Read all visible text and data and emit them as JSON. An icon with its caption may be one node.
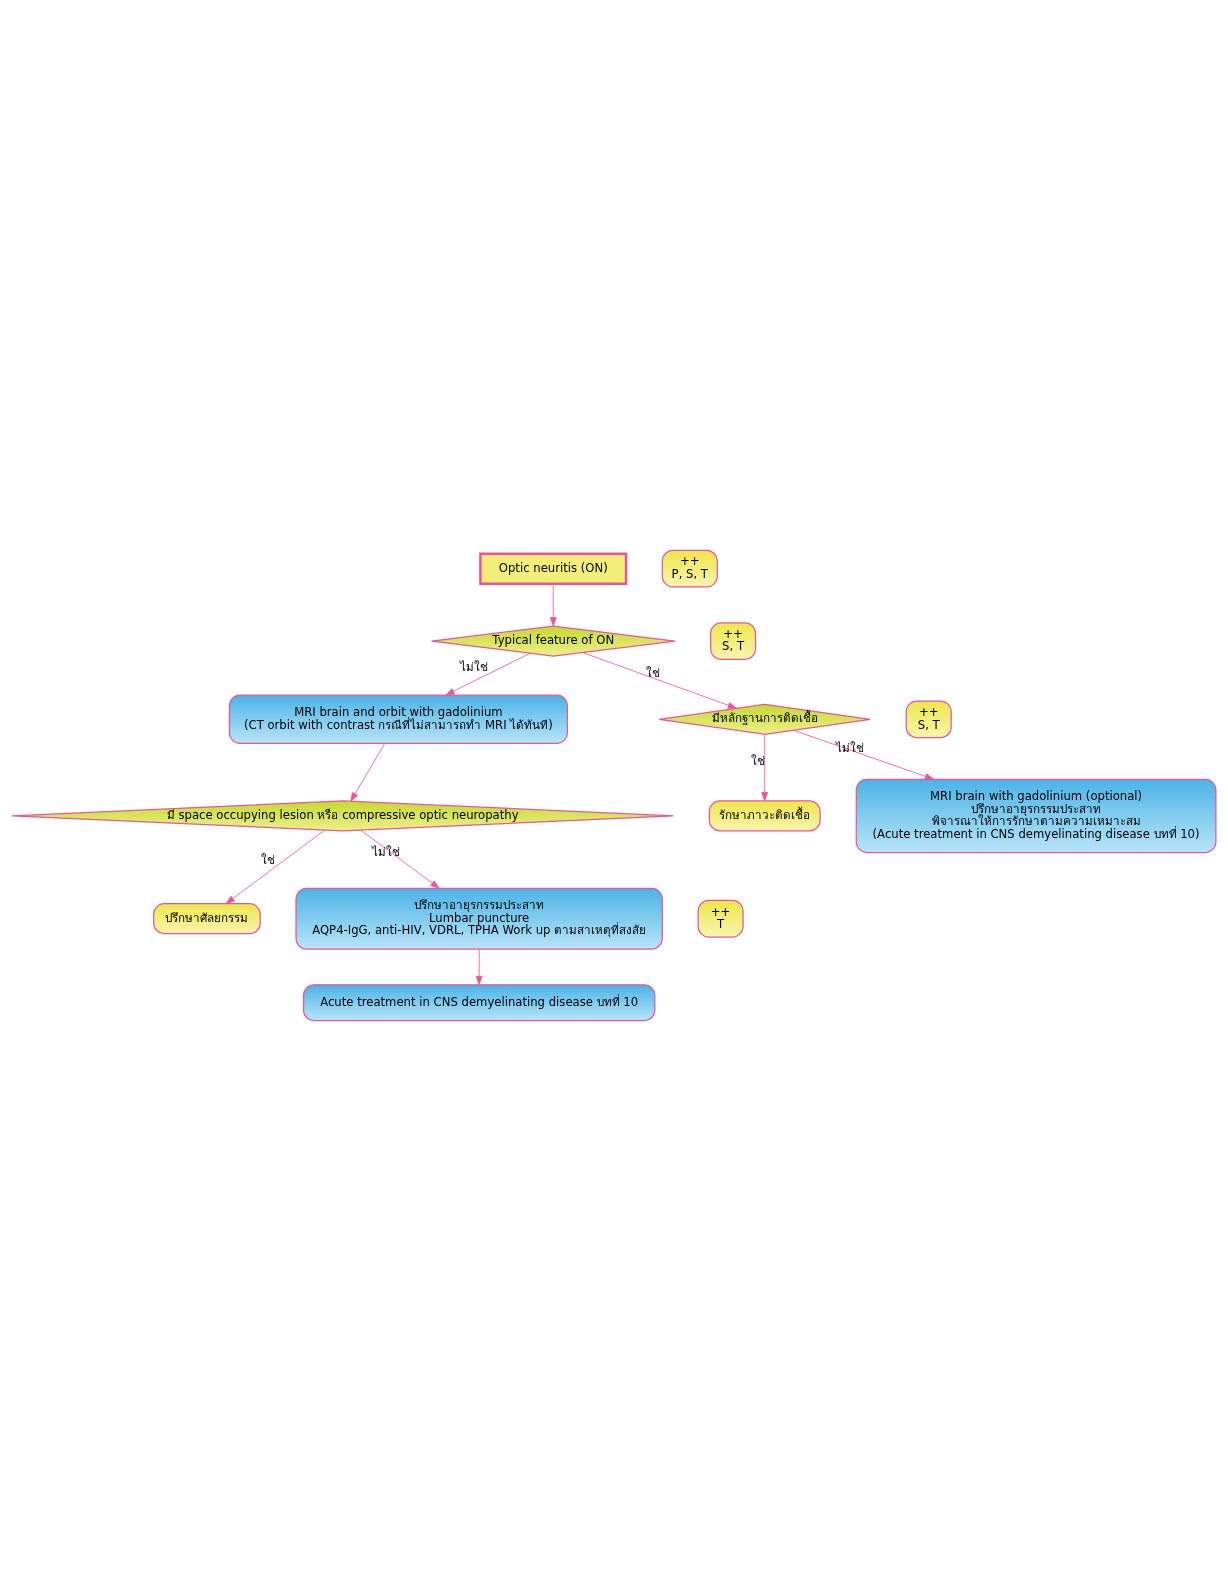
{
  "diagram": {
    "nodes": [
      {
        "text": [
          "Optic neuritis (ON)"
        ]
      },
      {
        "text": [
          "Typical feature of ON"
        ]
      },
      {
        "text": [
          "MRI brain and orbit with gadolinium",
          "(CT orbit with contrast กรณีที่ไม่สามารถทำ MRI ได้ทันที)"
        ]
      },
      {
        "text": [
          "มีหลักฐานการติดเชื้อ"
        ]
      },
      {
        "text": [
          "รักษาภาวะติดเชื้อ"
        ]
      },
      {
        "text": [
          "MRI brain with gadolinium (optional)",
          "ปรึกษาอายุรกรรมประสาท",
          "พิจารณาให้การรักษาตามความเหมาะสม",
          "(Acute treatment in CNS demyelinating disease บทที่ 10)"
        ]
      },
      {
        "text": [
          "มี space occupying lesion หรือ compressive optic neuropathy"
        ]
      },
      {
        "text": [
          "ปรึกษาศัลยกรรม"
        ]
      },
      {
        "text": [
          "ปรึกษาอายุรกรรมประสาท",
          "Lumbar puncture",
          "AQP4-IgG, anti-HIV, VDRL, TPHA Work up ตามสาเหตุที่สงสัย"
        ]
      },
      {
        "text": [
          "Acute treatment in CNS demyelinating disease บทที่ 10"
        ]
      },
      {
        "text": [
          "++",
          "P, S, T"
        ]
      },
      {
        "text": [
          "++",
          "S, T"
        ]
      },
      {
        "text": [
          "++",
          "S, T"
        ]
      },
      {
        "text": [
          "++",
          "T"
        ]
      }
    ],
    "edges": [
      {
        "from": 0,
        "to": 1,
        "arrow": "to"
      },
      {
        "from": 1,
        "to": 2,
        "arrow": "to",
        "label": "ไม่ใช่"
      },
      {
        "from": 1,
        "to": 3,
        "arrow": "to",
        "label": "ใช่"
      },
      {
        "from": 3,
        "to": 4,
        "arrow": "to",
        "label": "ใช่"
      },
      {
        "from": 3,
        "to": 5,
        "arrow": "to",
        "label": "ไม่ใช่"
      },
      {
        "from": 2,
        "to": 6,
        "arrow": "to"
      },
      {
        "from": 6,
        "to": 7,
        "arrow": "to",
        "label": "ใช่"
      },
      {
        "from": 6,
        "to": 8,
        "arrow": "to",
        "label": "ไม่ใช่"
      },
      {
        "from": 8,
        "to": 9,
        "arrow": "to"
      }
    ]
  }
}
